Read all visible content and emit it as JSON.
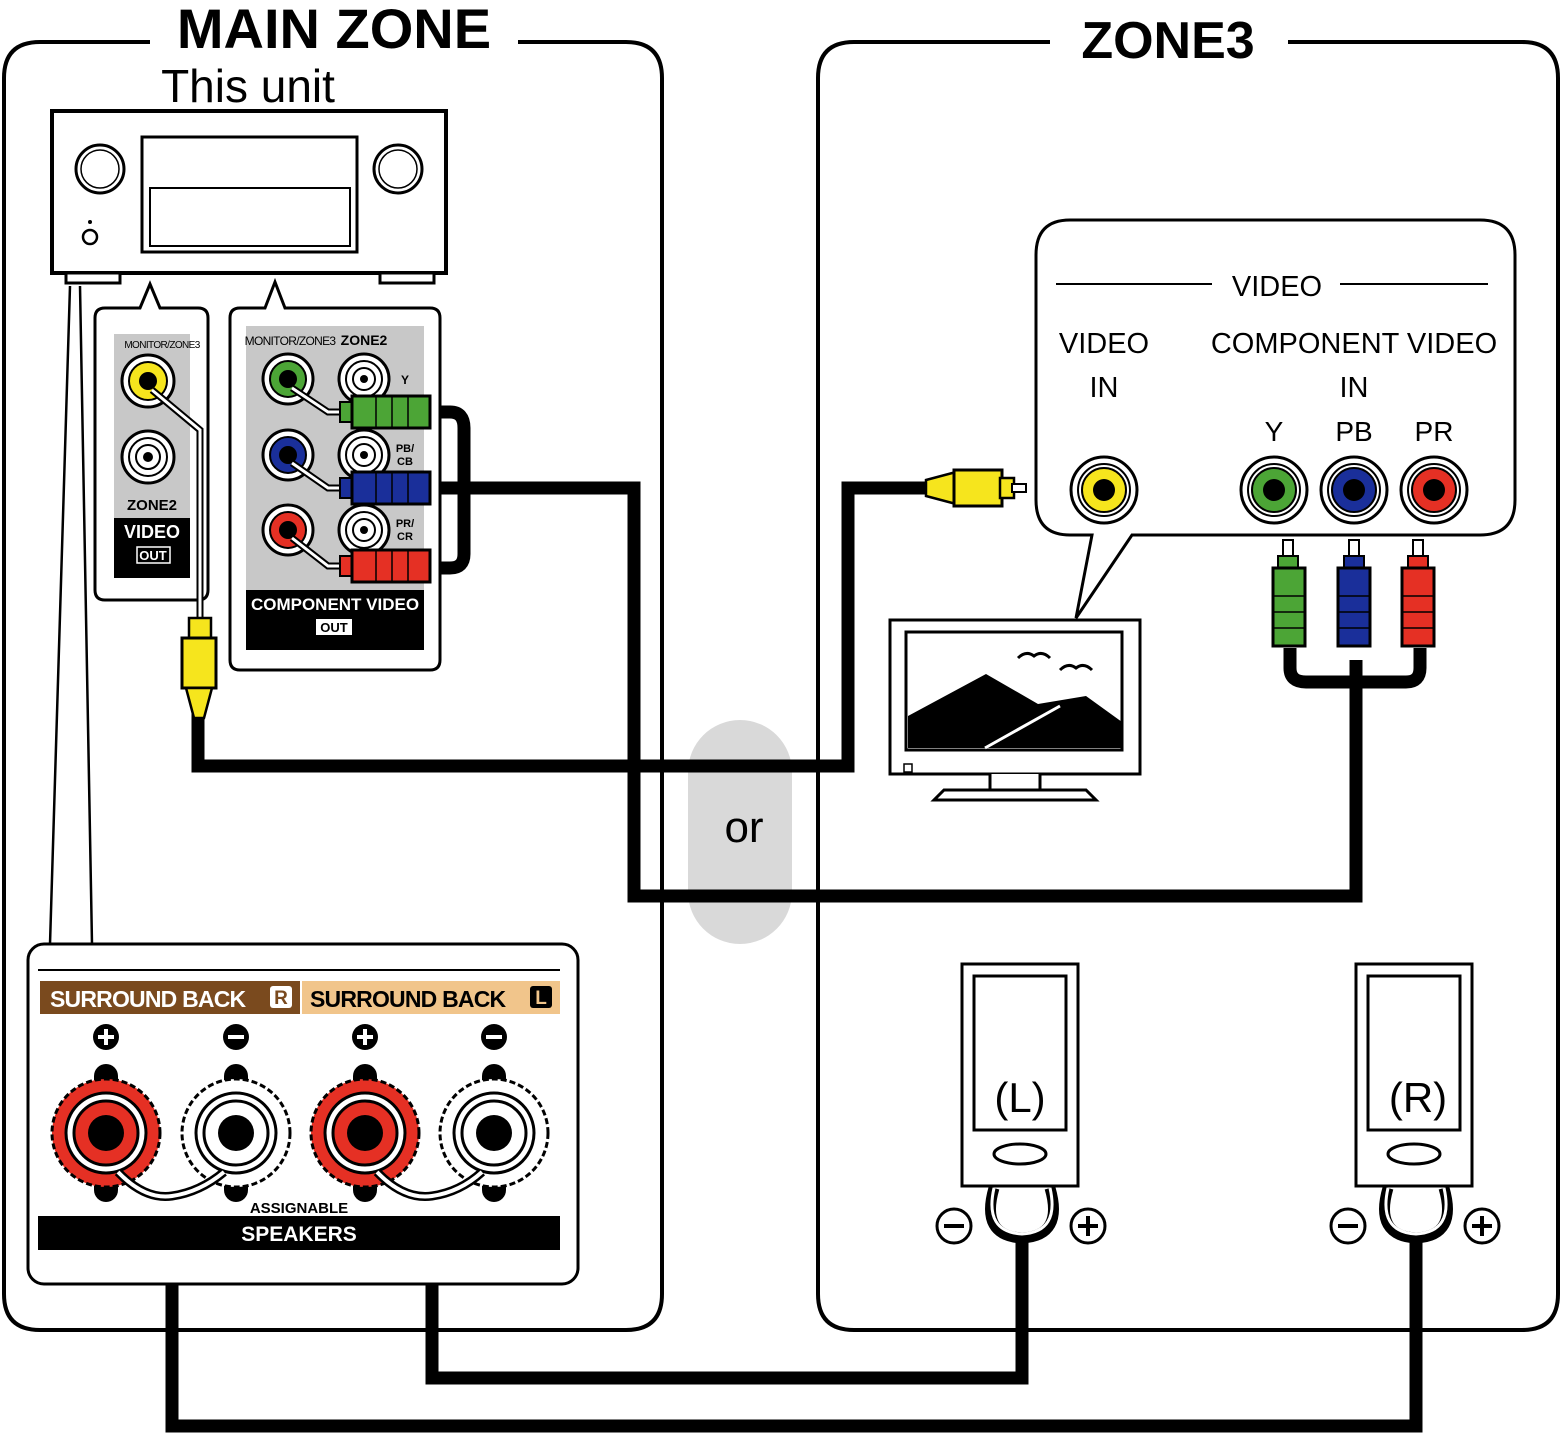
{
  "zones": {
    "main": {
      "title": "MAIN ZONE",
      "subtitle": "This unit"
    },
    "zone3": {
      "title": "ZONE3"
    }
  },
  "receiver_rear": {
    "video_panel": {
      "top_label": "MONITOR/ZONE3",
      "bottom_label": "ZONE2",
      "title": "VIDEO",
      "out": "OUT"
    },
    "component_panel": {
      "col1_label": "MONITOR/ZONE3",
      "col2_label": "ZONE2",
      "y": "Y",
      "pb": "PB/",
      "cb": "CB",
      "pr": "PR/",
      "cr": "CR",
      "title": "COMPONENT VIDEO",
      "out": "OUT"
    }
  },
  "speaker_panel": {
    "left_header": "SURROUND BACK",
    "left_badge": "R",
    "right_header": "SURROUND BACK",
    "right_badge": "L",
    "assignable": "ASSIGNABLE",
    "footer": "SPEAKERS"
  },
  "tv_inputs": {
    "section": "VIDEO",
    "video_label_1": "VIDEO",
    "video_label_2": "IN",
    "component_label_1": "COMPONENT VIDEO",
    "component_label_2": "IN",
    "y": "Y",
    "pb": "PB",
    "pr": "PR"
  },
  "separator": "or",
  "speakers": {
    "left": "(L)",
    "right": "(R)"
  },
  "colors": {
    "yellow": "#f6e51d",
    "green": "#4ca536",
    "blue": "#1a2f9a",
    "red": "#e53024",
    "panel_gray": "#c8c8c8",
    "brown": "#7a4a1e",
    "tan": "#f1c58b",
    "or_pill": "#d9d9d9"
  }
}
